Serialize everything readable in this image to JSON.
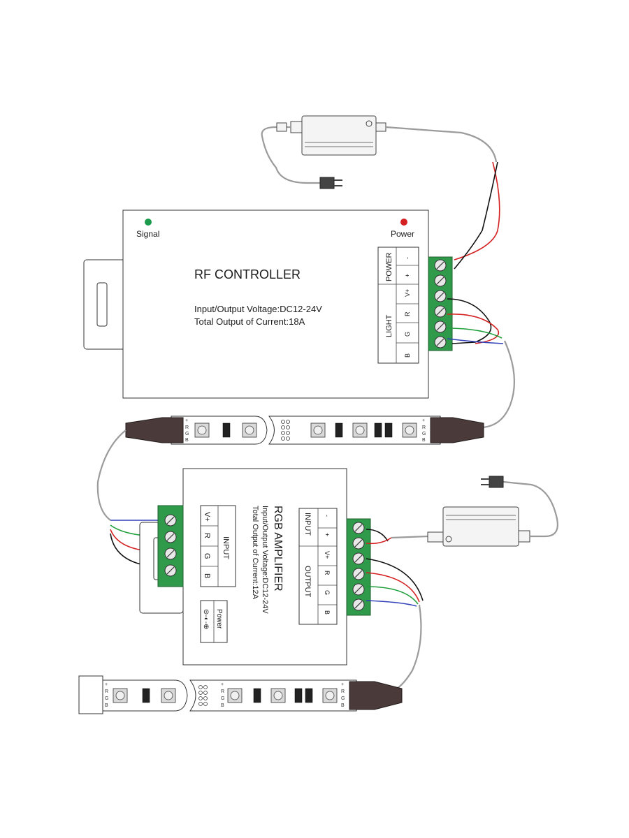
{
  "controller": {
    "title": "RF   CONTROLLER",
    "spec_voltage": "Input/Output Voltage:DC12-24V",
    "spec_current": "Total Output of Current:18A",
    "signal_label": "Signal",
    "power_label": "Power",
    "signal_color": "#1a9a4a",
    "power_color": "#d42020",
    "power_group": "POWER",
    "light_group": "LIGHT",
    "terminals": [
      "-",
      "+",
      "V+",
      "R",
      "G",
      "B"
    ]
  },
  "amplifier": {
    "title": "RGB AMPLIFIER",
    "spec_voltage": "Input/Output Voltage:DC12-24V",
    "spec_current": "Total Output of Current:12A",
    "input_label": "INPUT",
    "input_terminals": [
      "V+",
      "R",
      "G",
      "B"
    ],
    "power_label": "Power",
    "polarity": "⊝-◐-⊕",
    "input_power_label": "INPUT",
    "output_label": "OUTPUT",
    "right_terminals": [
      "-",
      "+",
      "V+",
      "R",
      "G",
      "B"
    ]
  },
  "strip_pins": [
    "+",
    "R",
    "G",
    "B"
  ],
  "colors": {
    "terminal_green": "#2f9a49",
    "wire_red": "#d42020",
    "wire_green": "#1d9e3a",
    "wire_blue": "#3040b8",
    "wire_black": "#111111",
    "cable_gray": "#9b9b9b"
  }
}
